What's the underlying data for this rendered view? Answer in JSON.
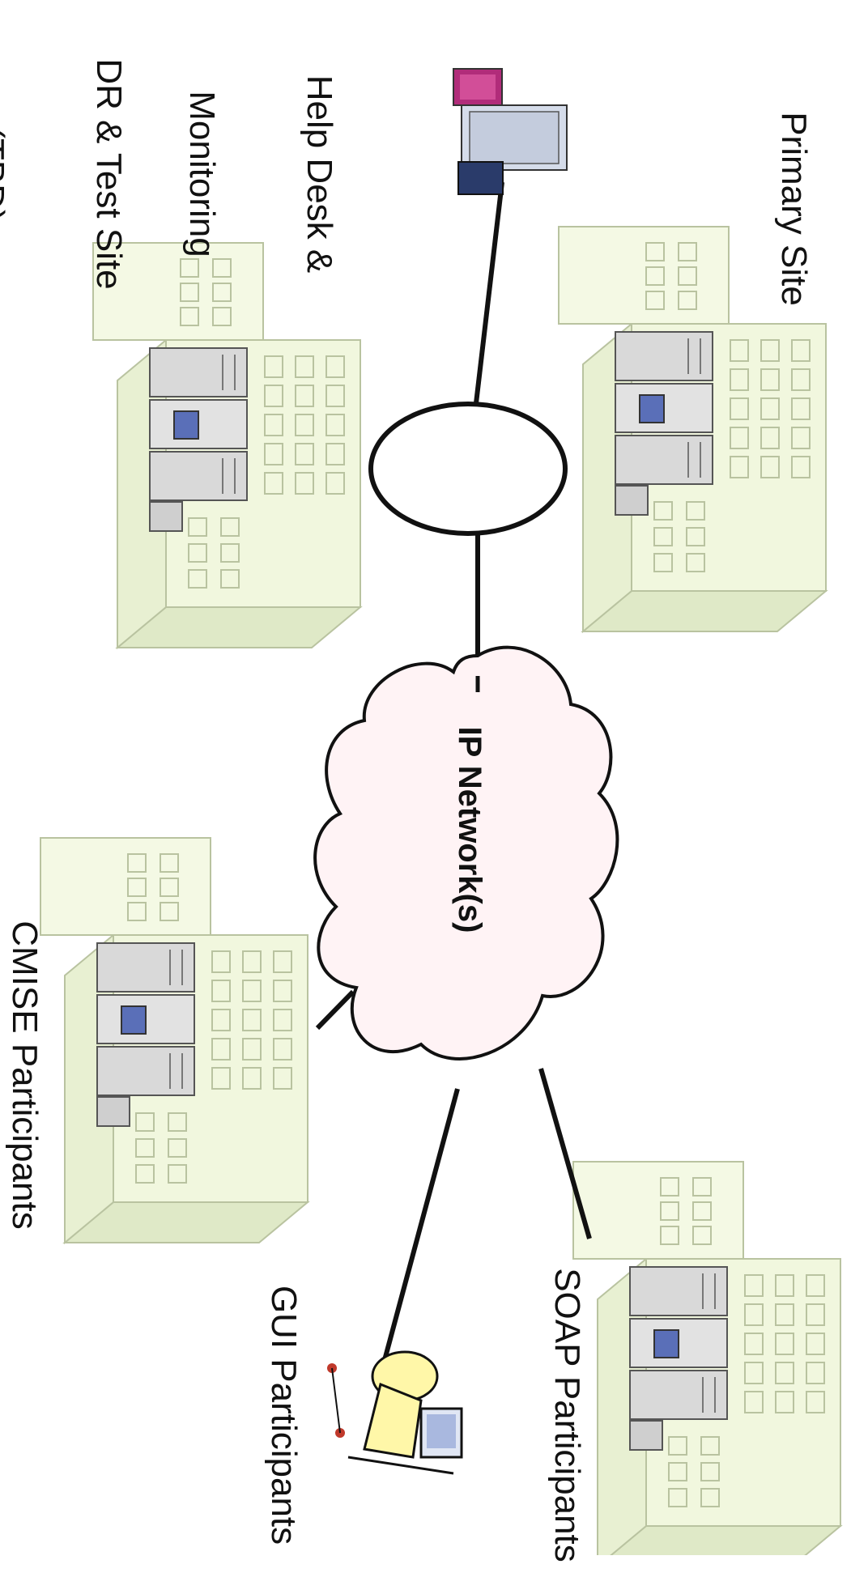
{
  "labels": {
    "primary_site": "Primary Site",
    "help_desk_line1": "Help Desk &",
    "help_desk_line2": "Monitoring",
    "dr_line1": "DR & Test Site",
    "dr_line2": "(TBD)",
    "ip_network": "IP Network(s)",
    "cmise": "CMISE Participants",
    "soap": "SOAP Participants",
    "gui": "GUI Participants"
  },
  "colors": {
    "building_fill": "#f1f7de",
    "building_side": "#dfe9c7",
    "building_stroke": "#b9c3a0",
    "cloud_fill": "#fff3f5",
    "cloud_stroke": "#111111",
    "server_fill": "#d9d9d9",
    "server_stroke": "#555555",
    "line": "#111111"
  },
  "icons": {
    "buildings": "building-with-servers-icon",
    "help_desk": "monitoring-workstation-icon",
    "gui": "person-at-computer-icon",
    "network": "cloud-icon"
  }
}
